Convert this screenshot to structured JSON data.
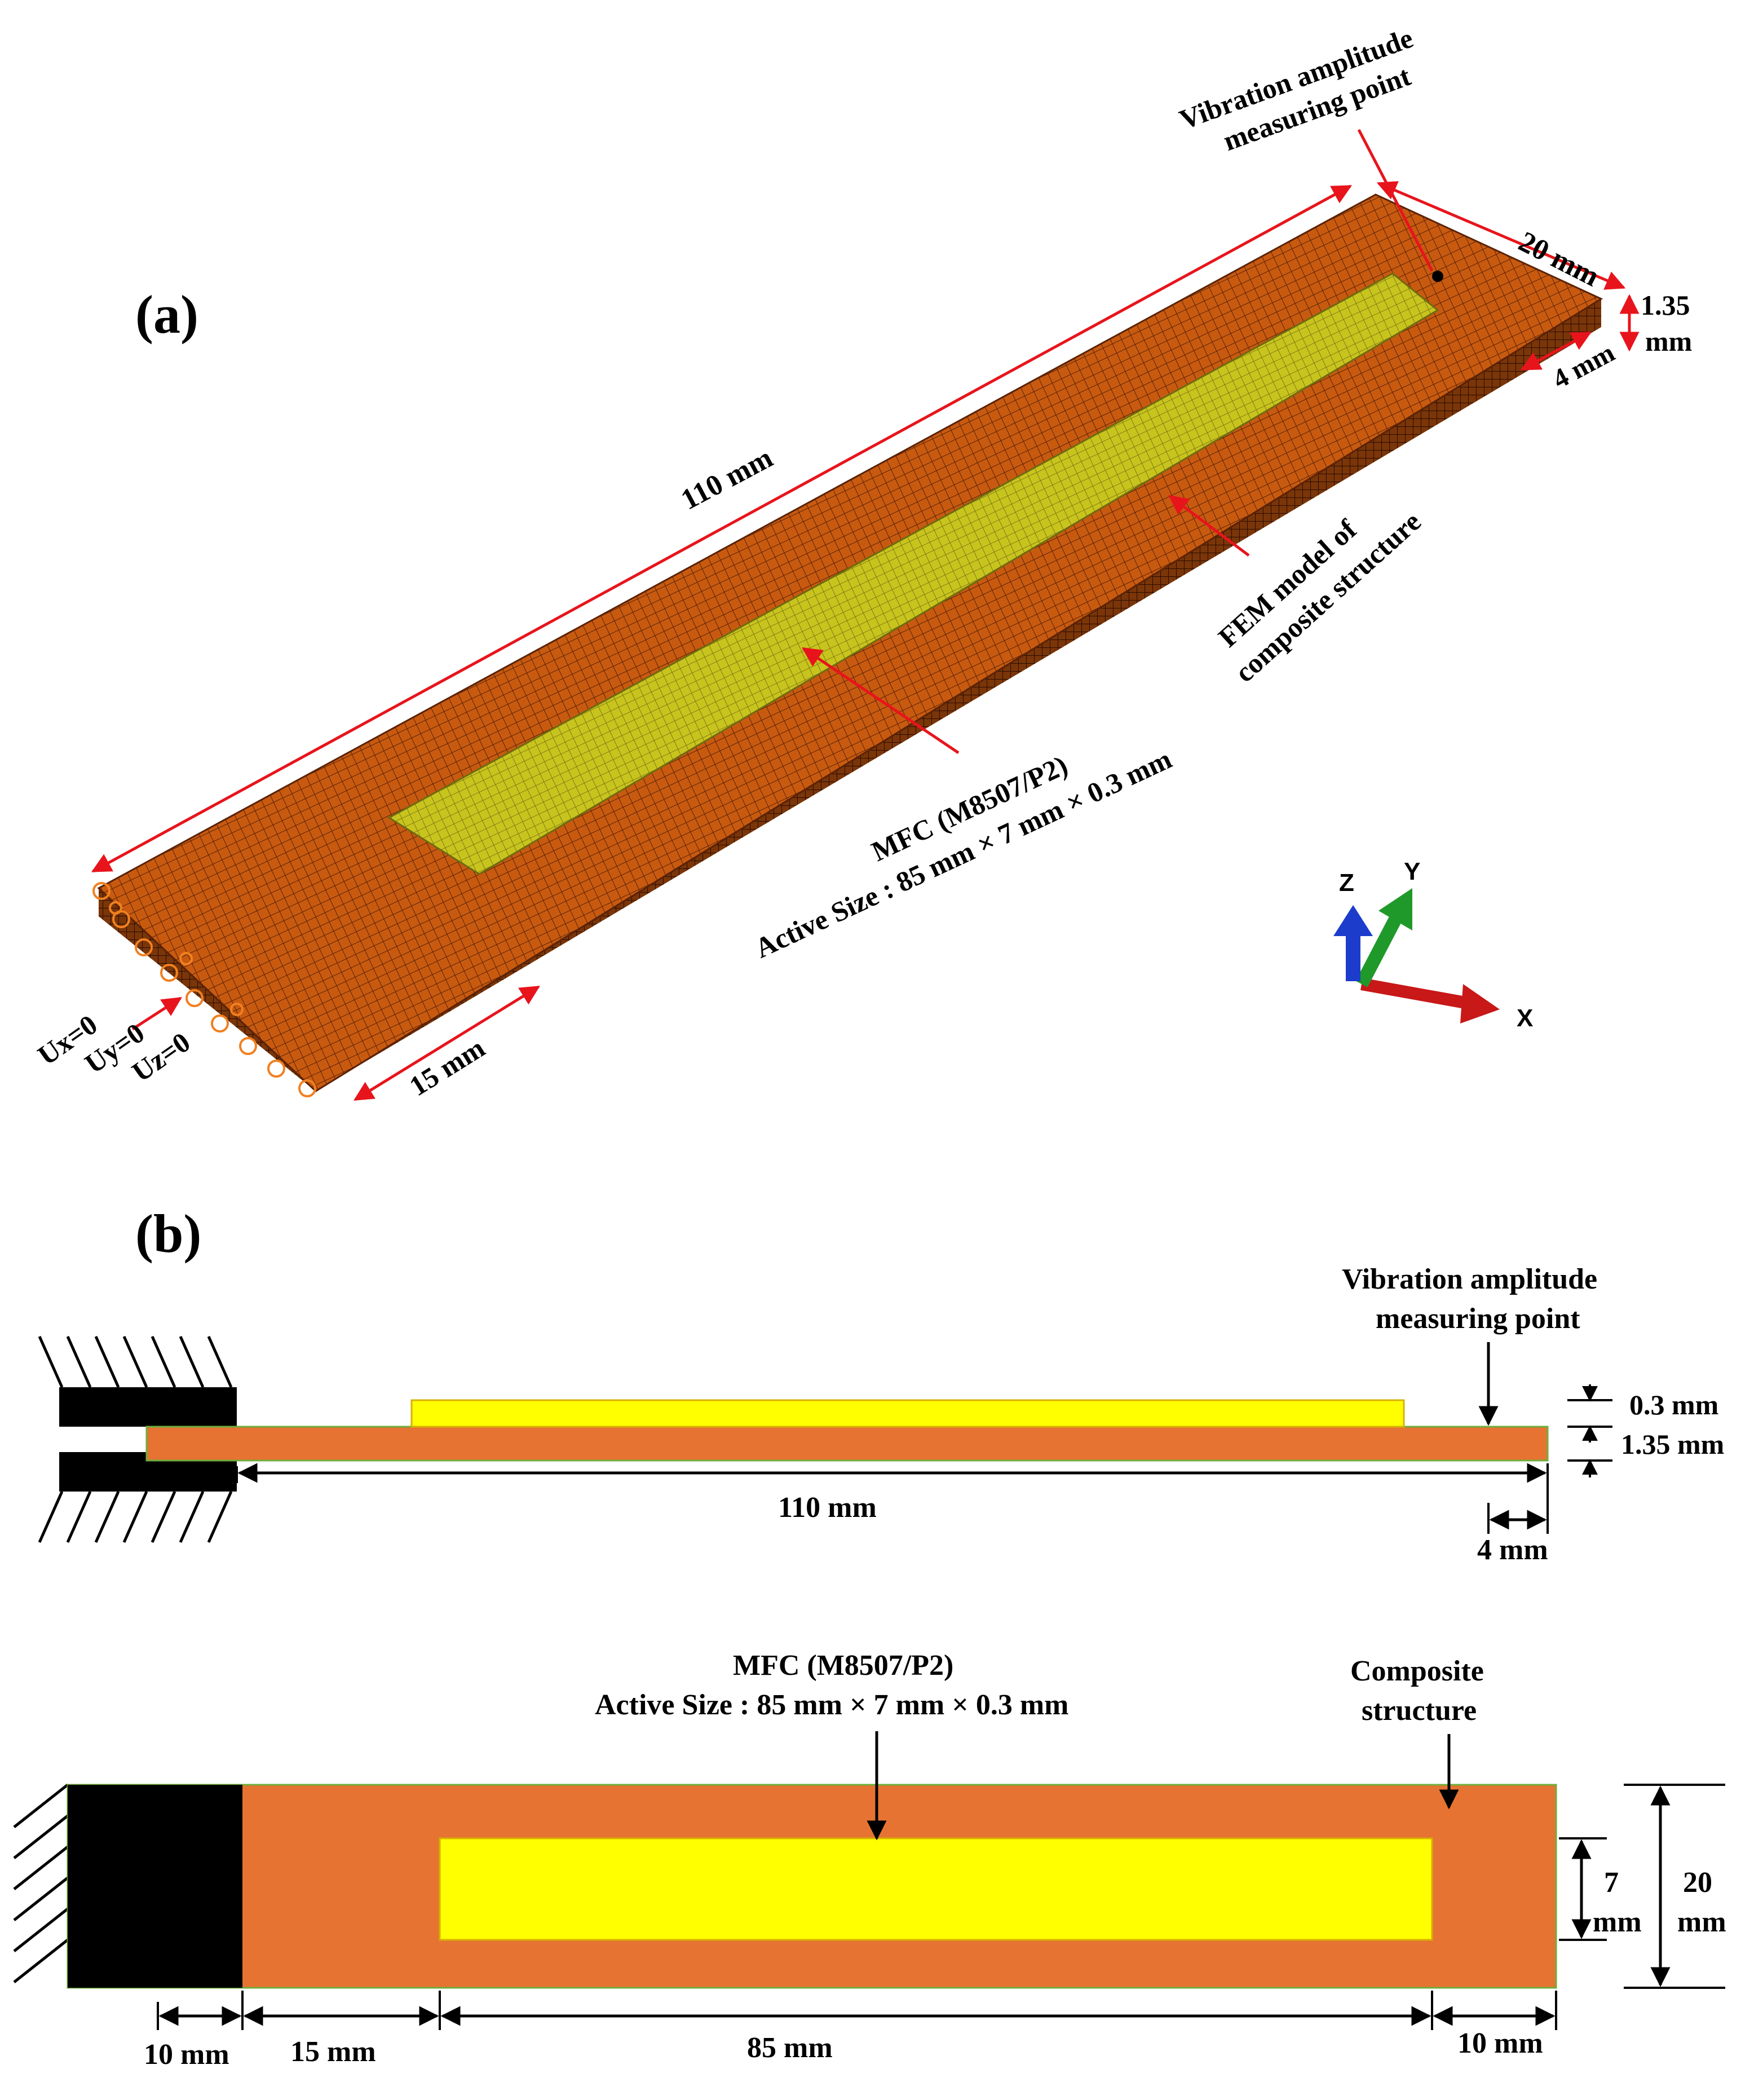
{
  "panel_a": {
    "label": "(a)",
    "annotations": {
      "measuring_point_line1": "Vibration amplitude",
      "measuring_point_line2": "measuring point",
      "width": "20 mm",
      "thickness_value": "1.35",
      "thickness_unit": "mm",
      "tip_offset": "4 mm",
      "length": "110 mm",
      "fem_line1": "FEM model of",
      "fem_line2": "composite structure",
      "mfc_line1": "MFC (M8507/P2)",
      "mfc_line2": "Active Size : 85 mm × 7 mm × 0.3 mm",
      "bc_ux": "Ux=0",
      "bc_uy": "Uy=0",
      "bc_uz": "Uz=0",
      "clamp_length": "15 mm"
    },
    "axes": {
      "z": "Z",
      "y": "Y",
      "x": "X"
    },
    "colors": {
      "beam": "#c85a10",
      "beam_mesh": "#5a2206",
      "mfc": "#c8c41e",
      "dimension": "#e8141c",
      "axis_z": "#1c3ccc",
      "axis_y": "#1f9a2a",
      "axis_x": "#c81818"
    }
  },
  "panel_b": {
    "label": "(b)",
    "side_view": {
      "measuring_point_line1": "Vibration amplitude",
      "measuring_point_line2": "measuring point",
      "mfc_thickness": "0.3 mm",
      "beam_thickness": "1.35 mm",
      "length": "110 mm",
      "tip_offset": "4 mm"
    },
    "top_view": {
      "mfc_line1": "MFC (M8507/P2)",
      "mfc_line2": "Active Size : 85 mm × 7 mm × 0.3 mm",
      "composite_line1": "Composite",
      "composite_line2": "structure",
      "mfc_width_value": "7",
      "mfc_width_unit": "mm",
      "beam_width_value": "20",
      "beam_width_unit": "mm",
      "dim_clamp": "10 mm",
      "dim_gap": "15 mm",
      "dim_mfc": "85 mm",
      "dim_tip": "10 mm"
    },
    "colors": {
      "beam": "#e67332",
      "mfc": "#ffff00",
      "clamp": "#000000"
    }
  }
}
